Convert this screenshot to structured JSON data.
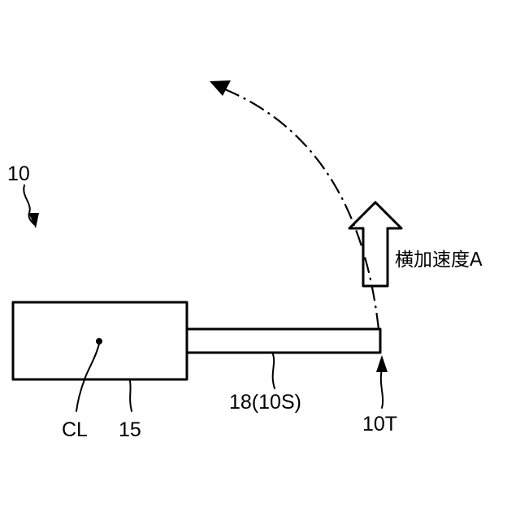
{
  "labels": {
    "device_ref": "10",
    "lateral_accel": "横加速度A",
    "member_ref": "18(10S)",
    "tip_ref": "10T",
    "centerline_ref": "CL",
    "body_ref": "15"
  }
}
